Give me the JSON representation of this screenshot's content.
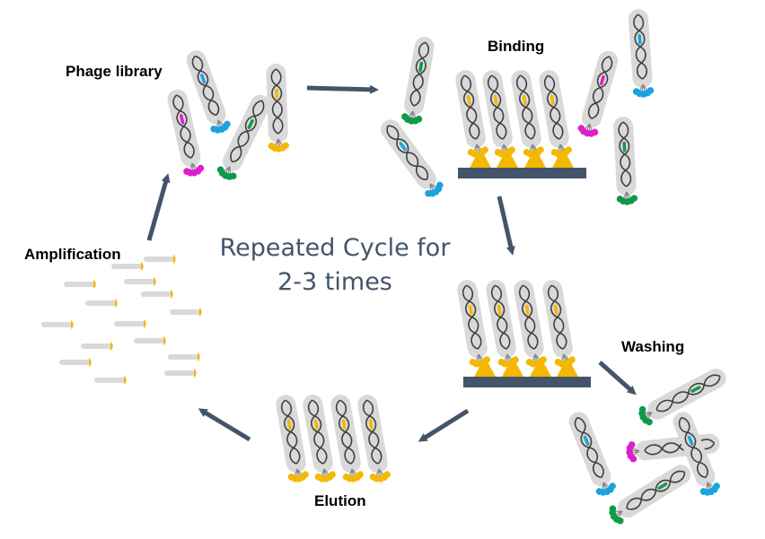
{
  "labels": {
    "phage_library": "Phage library",
    "binding": "Binding",
    "washing": "Washing",
    "elution": "Elution",
    "amplification": "Amplification"
  },
  "center": {
    "line1": "Repeated Cycle for",
    "line2": "2-3 times"
  },
  "colors": {
    "arrow": "#44546a",
    "phage_body": "#d9d9d9",
    "phage_helix": "#404040",
    "yellow": "#f5b800",
    "blue": "#1aa3de",
    "magenta": "#e01ccd",
    "green": "#0f9a48",
    "plate": "#44546a",
    "title_text": "#44546a"
  },
  "stages": [
    "phage_library",
    "binding",
    "washing",
    "elution",
    "amplification"
  ]
}
